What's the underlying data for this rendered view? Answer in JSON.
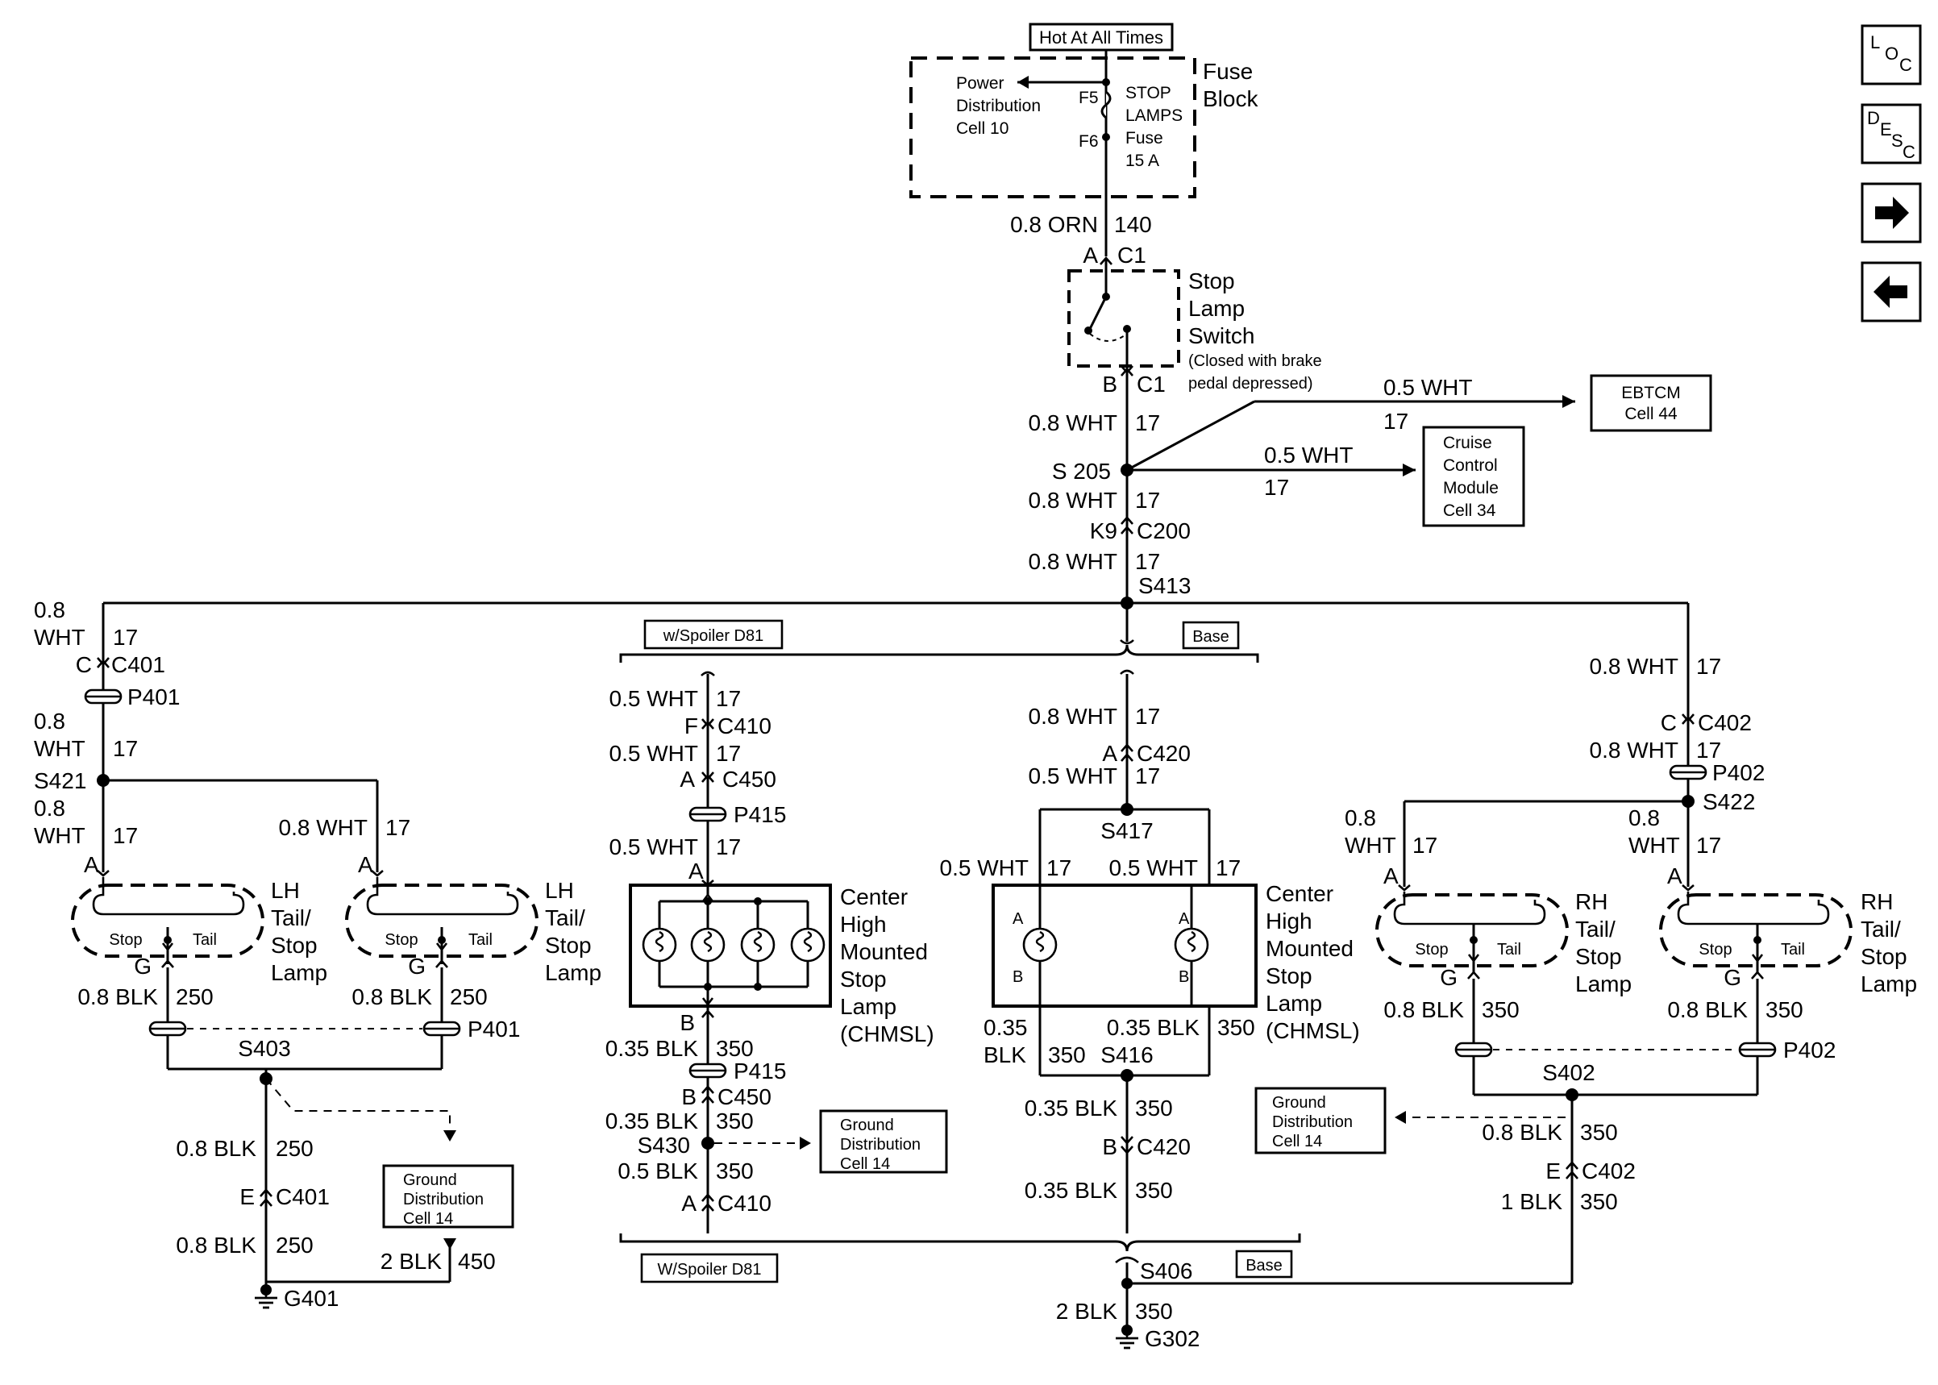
{
  "supply": {
    "hot": "Hot At All Times",
    "fuse_block": [
      "Fuse",
      "Block"
    ],
    "power_dist": [
      "Power",
      "Distribution",
      "Cell 10"
    ],
    "fuse_name": [
      "STOP",
      "LAMPS",
      "Fuse",
      "15 A"
    ],
    "f5": "F5",
    "f6": "F6",
    "wire": "0.8 ORN",
    "circuit": "140"
  },
  "stop_switch": {
    "pin_a": "A",
    "pin_b": "B",
    "c1_top": "C1",
    "c1_bottom": "C1",
    "name": [
      "Stop",
      "Lamp",
      "Switch"
    ],
    "note": [
      "(Closed with brake",
      "pedal depressed)"
    ]
  },
  "ebtcm": {
    "label": [
      "EBTCM",
      "Cell 44"
    ],
    "wire": "0.5 WHT",
    "circuit": "17"
  },
  "cruise": {
    "label": [
      "Cruise",
      "Control",
      "Module",
      "Cell 34"
    ],
    "wire": "0.5 WHT",
    "circuit": "17"
  },
  "trunk": {
    "w1": "0.8 WHT",
    "c1": "17",
    "s205": "S 205",
    "w2": "0.8 WHT",
    "c2": "17",
    "k9": "K9",
    "c200": "C200",
    "w3": "0.8 WHT",
    "c3": "17",
    "s413": "S413"
  },
  "options": {
    "spoiler_top": "w/Spoiler D81",
    "base_top": "Base",
    "spoiler_bottom": "W/Spoiler D81",
    "base_bottom": "Base"
  },
  "lh": {
    "w_top": [
      "0.8",
      "WHT"
    ],
    "c_top": "17",
    "pin_c": "C",
    "c401": "C401",
    "p401": "P401",
    "w2": [
      "0.8",
      "WHT"
    ],
    "c2": "17",
    "s421": "S421",
    "w3": [
      "0.8",
      "WHT"
    ],
    "c3": "17",
    "w4": "0.8 WHT",
    "c4": "17",
    "pin_a1": "A",
    "pin_a2": "A",
    "lamp_name": [
      "LH",
      "Tail/",
      "Stop",
      "Lamp"
    ],
    "stop": "Stop",
    "tail": "Tail",
    "pin_g1": "G",
    "pin_g2": "G",
    "blk1": "0.8 BLK",
    "c250a": "250",
    "blk2": "0.8 BLK",
    "c250b": "250",
    "p401b": "P401",
    "s403": "S403",
    "blk3": "0.8 BLK",
    "c250c": "250",
    "pin_e": "E",
    "c401b": "C401",
    "blk4": "0.8 BLK",
    "c250d": "250",
    "g401": "G401",
    "gd": [
      "Ground",
      "Distribution",
      "Cell 14"
    ],
    "blk5": "2 BLK",
    "c450": "450"
  },
  "chmsl_spoiler": {
    "w1": "0.5 WHT",
    "c1": "17",
    "pin_f": "F",
    "c410": "C410",
    "w2": "0.5 WHT",
    "c2": "17",
    "pin_a": "A",
    "c450": "C450",
    "p415": "P415",
    "w3": "0.5 WHT",
    "c3": "17",
    "pin_a2": "A",
    "name": [
      "Center",
      "High",
      "Mounted",
      "Stop",
      "Lamp",
      "(CHMSL)"
    ],
    "pin_b": "B",
    "blk1": "0.35 BLK",
    "c350a": "350",
    "p415b": "P415",
    "pin_b2": "B",
    "c450b": "C450",
    "blk2": "0.35 BLK",
    "c350b": "350",
    "s430": "S430",
    "blk3": "0.5 BLK",
    "c350c": "350",
    "pin_a3": "A",
    "c410b": "C410",
    "gd": [
      "Ground",
      "Distribution",
      "Cell 14"
    ]
  },
  "chmsl_base": {
    "w1": "0.8 WHT",
    "c1": "17",
    "pin_a": "A",
    "c420": "C420",
    "w2": "0.5 WHT",
    "c2": "17",
    "s417": "S417",
    "wl": "0.5 WHT",
    "cl": "17",
    "wr": "0.5 WHT",
    "cr": "17",
    "bulb_a": "A",
    "bulb_b": "B",
    "name": [
      "Center",
      "High",
      "Mounted",
      "Stop",
      "Lamp",
      "(CHMSL)"
    ],
    "blk_l": [
      "0.35",
      "BLK"
    ],
    "c350l": "350",
    "blk_r": "0.35 BLK",
    "c350r": "350",
    "s416": "S416",
    "blk1": "0.35 BLK",
    "c350a": "350",
    "pin_b": "B",
    "c420b": "C420",
    "blk2": "0.35 BLK",
    "c350b": "350",
    "s406": "S406",
    "blk3": "2 BLK",
    "c350c": "350",
    "g302": "G302"
  },
  "rh": {
    "w1": "0.8 WHT",
    "c1": "17",
    "pin_c": "C",
    "c402": "C402",
    "w2": "0.8 WHT",
    "c2": "17",
    "p402": "P402",
    "s422": "S422",
    "wl": [
      "0.8",
      "WHT"
    ],
    "cl": "17",
    "wr": [
      "0.8",
      "WHT"
    ],
    "cr": "17",
    "pin_a": "A",
    "lamp_name": [
      "RH",
      "Tail/",
      "Stop",
      "Lamp"
    ],
    "stop": "Stop",
    "tail": "Tail",
    "pin_g": "G",
    "blk_l": "0.8 BLK",
    "c350l": "350",
    "blk_r": "0.8 BLK",
    "c350r": "350",
    "p402b": "P402",
    "s402": "S402",
    "gd": [
      "Ground",
      "Distribution",
      "Cell 14"
    ],
    "blk1": "0.8 BLK",
    "c350a": "350",
    "pin_e": "E",
    "c402b": "C402",
    "blk2": "1 BLK",
    "c350b": "350"
  },
  "nav": {
    "loc": [
      "L",
      "O",
      "C"
    ],
    "desc": [
      "D",
      "E",
      "S",
      "C"
    ]
  }
}
